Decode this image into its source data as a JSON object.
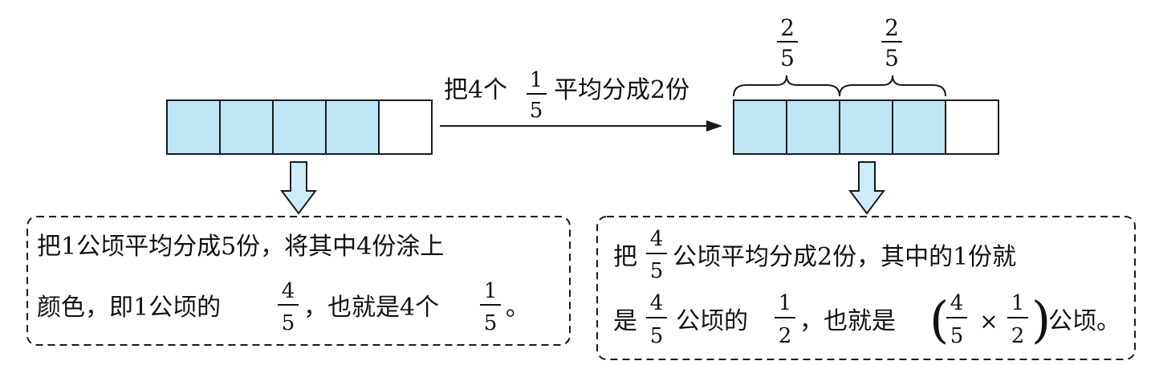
{
  "colors": {
    "fill": "#bfe6f6",
    "stroke": "#1a1a1a",
    "arrow_fill": "#cdebf8"
  },
  "left_bar": {
    "segments": 5,
    "shaded": 4
  },
  "right_bar": {
    "segments": 5,
    "shaded": 4
  },
  "arrow_label": {
    "pre": "把4个",
    "frac_num": "1",
    "frac_den": "5",
    "post": "平均分成2份"
  },
  "braces": [
    {
      "num": "2",
      "den": "5"
    },
    {
      "num": "2",
      "den": "5"
    }
  ],
  "left_box": {
    "line1": "把1公顷平均分成5份，将其中4份涂上",
    "line2_a": "颜色，即1公顷的",
    "frac1_num": "4",
    "frac1_den": "5",
    "line2_b": "，也就是4个",
    "frac2_num": "1",
    "frac2_den": "5",
    "line2_c": "。"
  },
  "right_box": {
    "l1_a": "把",
    "l1_f_num": "4",
    "l1_f_den": "5",
    "l1_b": "公顷平均分成2份，其中的1份就",
    "l2_a": "是",
    "l2_f1_num": "4",
    "l2_f1_den": "5",
    "l2_b": "公顷的",
    "l2_f2_num": "1",
    "l2_f2_den": "2",
    "l2_c": "，也就是",
    "l2_open": "(",
    "l2_f3_num": "4",
    "l2_f3_den": "5",
    "l2_times": "×",
    "l2_f4_num": "1",
    "l2_f4_den": "2",
    "l2_close": ")",
    "l2_d": "公顷。"
  }
}
